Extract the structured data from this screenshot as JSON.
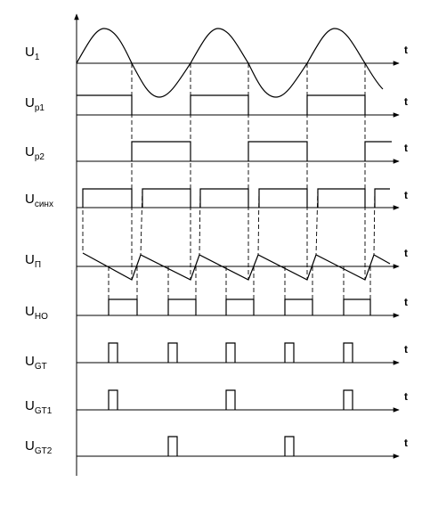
{
  "time_label": "t",
  "rows": [
    {
      "id": "u1",
      "base": "U",
      "sub": "1"
    },
    {
      "id": "up1",
      "base": "U",
      "sub": "p1"
    },
    {
      "id": "up2",
      "base": "U",
      "sub": "p2"
    },
    {
      "id": "usync",
      "base": "U",
      "sub": "синх"
    },
    {
      "id": "up",
      "base": "U",
      "sub": "П"
    },
    {
      "id": "uno",
      "base": "U",
      "sub": "НО"
    },
    {
      "id": "ugt",
      "base": "U",
      "sub": "GT"
    },
    {
      "id": "ugt1",
      "base": "U",
      "sub": "GT1"
    },
    {
      "id": "ugt2",
      "base": "U",
      "sub": "GT2"
    }
  ]
}
